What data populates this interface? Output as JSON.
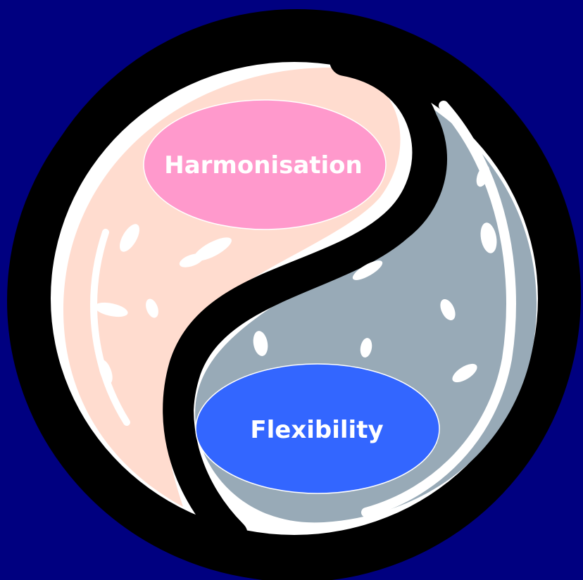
{
  "diagram": {
    "type": "yin-yang",
    "top_oval": {
      "label": "Harmonisation",
      "fill_color": "#ff99cc"
    },
    "bottom_oval": {
      "label": "Flexibility",
      "fill_color": "#3366ff"
    }
  },
  "colors": {
    "background": "#000080",
    "outline": "#000000",
    "left_half": "#ffdccf",
    "right_half": "#98aab7",
    "highlight": "#ffffff"
  }
}
